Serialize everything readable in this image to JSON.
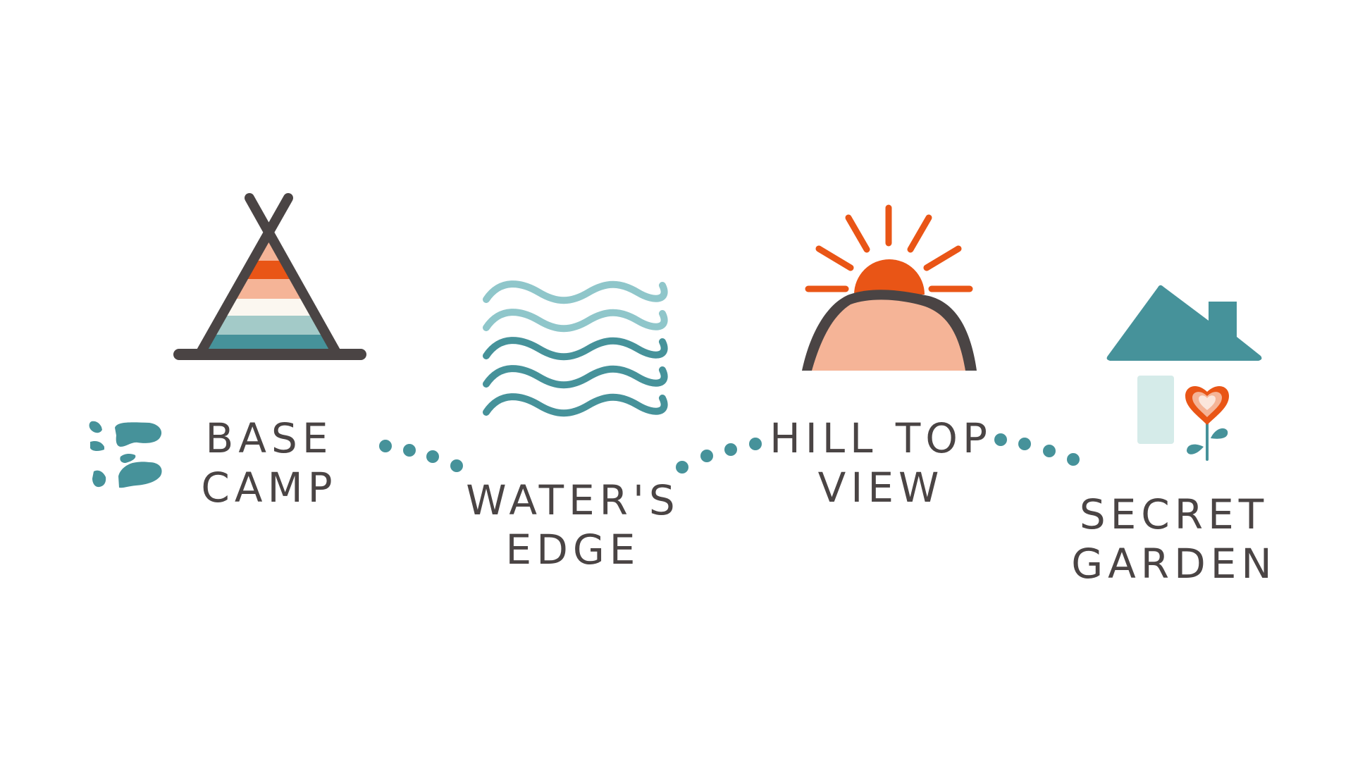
{
  "stops": [
    {
      "id": "base-camp",
      "label_line1": "BASE",
      "label_line2": "CAMP",
      "icon": "teepee-icon"
    },
    {
      "id": "waters-edge",
      "label_line1": "WATER'S",
      "label_line2": "EDGE",
      "icon": "water-waves-icon"
    },
    {
      "id": "hilltop-view",
      "label_line1": "HILL TOP",
      "label_line2": "VIEW",
      "icon": "sunrise-hill-icon"
    },
    {
      "id": "secret-garden",
      "label_line1": "SECRET",
      "label_line2": "GARDEN",
      "icon": "house-garden-icon"
    }
  ],
  "start_marker": {
    "icon": "footprints-icon"
  },
  "path_connector": {
    "icon": "dotted-path"
  },
  "colors": {
    "text": "#4a4444",
    "teal": "#46929a",
    "light_teal": "#8fc6ca",
    "orange": "#e95516",
    "peach": "#f5b497",
    "dark": "#4a4444",
    "mint": "#d5ebe9",
    "cream": "#fbf7f0"
  }
}
